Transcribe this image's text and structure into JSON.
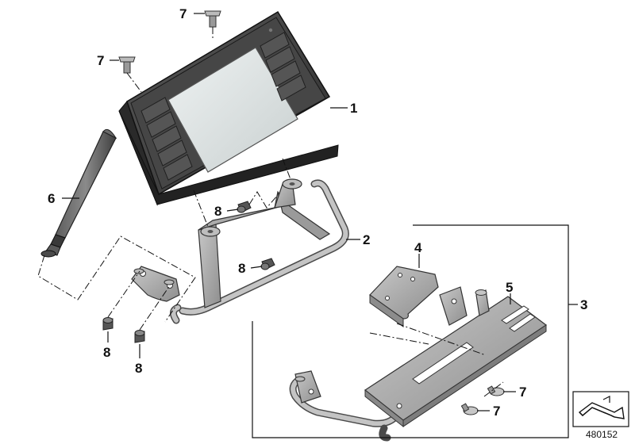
{
  "callouts": {
    "c1": "1",
    "c2": "2",
    "c3": "3",
    "c4": "4",
    "c5": "5",
    "c6": "6",
    "c7a": "7",
    "c7b": "7",
    "c7c": "7",
    "c7d": "7",
    "c8a": "8",
    "c8b": "8",
    "c8c": "8",
    "c8d": "8"
  },
  "diagram_id": "480152",
  "colors": {
    "display_body": "#3c3c3c",
    "display_screen": "#d8dede",
    "metal": "#a9a9a9",
    "outline": "#111111"
  }
}
